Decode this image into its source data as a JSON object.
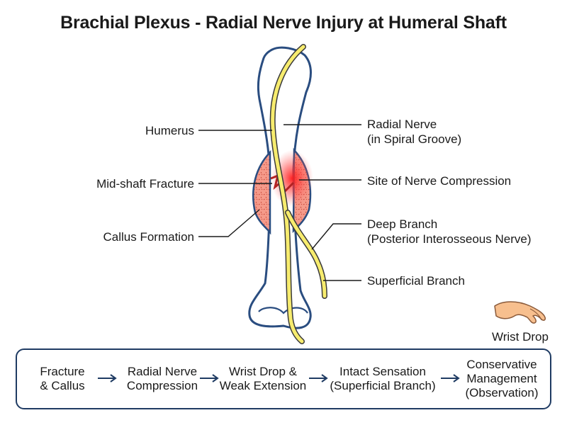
{
  "title": "Brachial Plexus - Radial Nerve Injury at Humeral Shaft",
  "labels": {
    "humerus": "Humerus",
    "fracture": "Mid-shaft Fracture",
    "callus": "Callus Formation",
    "radial_nerve_line1": "Radial Nerve",
    "radial_nerve_line2": "(in Spiral Groove)",
    "compression": "Site of Nerve Compression",
    "deep_line1": "Deep Branch",
    "deep_line2": "(Posterior Interosseous Nerve)",
    "superficial": "Superficial Branch",
    "wrist_drop": "Wrist Drop"
  },
  "flow": {
    "steps": [
      {
        "line1": "Fracture",
        "line2": "& Callus",
        "line3": ""
      },
      {
        "line1": "Radial Nerve",
        "line2": "Compression",
        "line3": ""
      },
      {
        "line1": "Wrist Drop &",
        "line2": "Weak Extension",
        "line3": ""
      },
      {
        "line1": "Intact Sensation",
        "line2": "(Superficial Branch)",
        "line3": ""
      },
      {
        "line1": "Conservative",
        "line2": "Management",
        "line3": "(Observation)"
      }
    ]
  },
  "colors": {
    "bone_outline": "#2a4d80",
    "nerve_fill": "#f7ec6e",
    "nerve_outline": "#3a3a3a",
    "callus_fill": "#f08a7a",
    "compression_glow": "#ff2020",
    "hand_fill": "#f7bf8e",
    "flow_border": "#1f3b63"
  }
}
